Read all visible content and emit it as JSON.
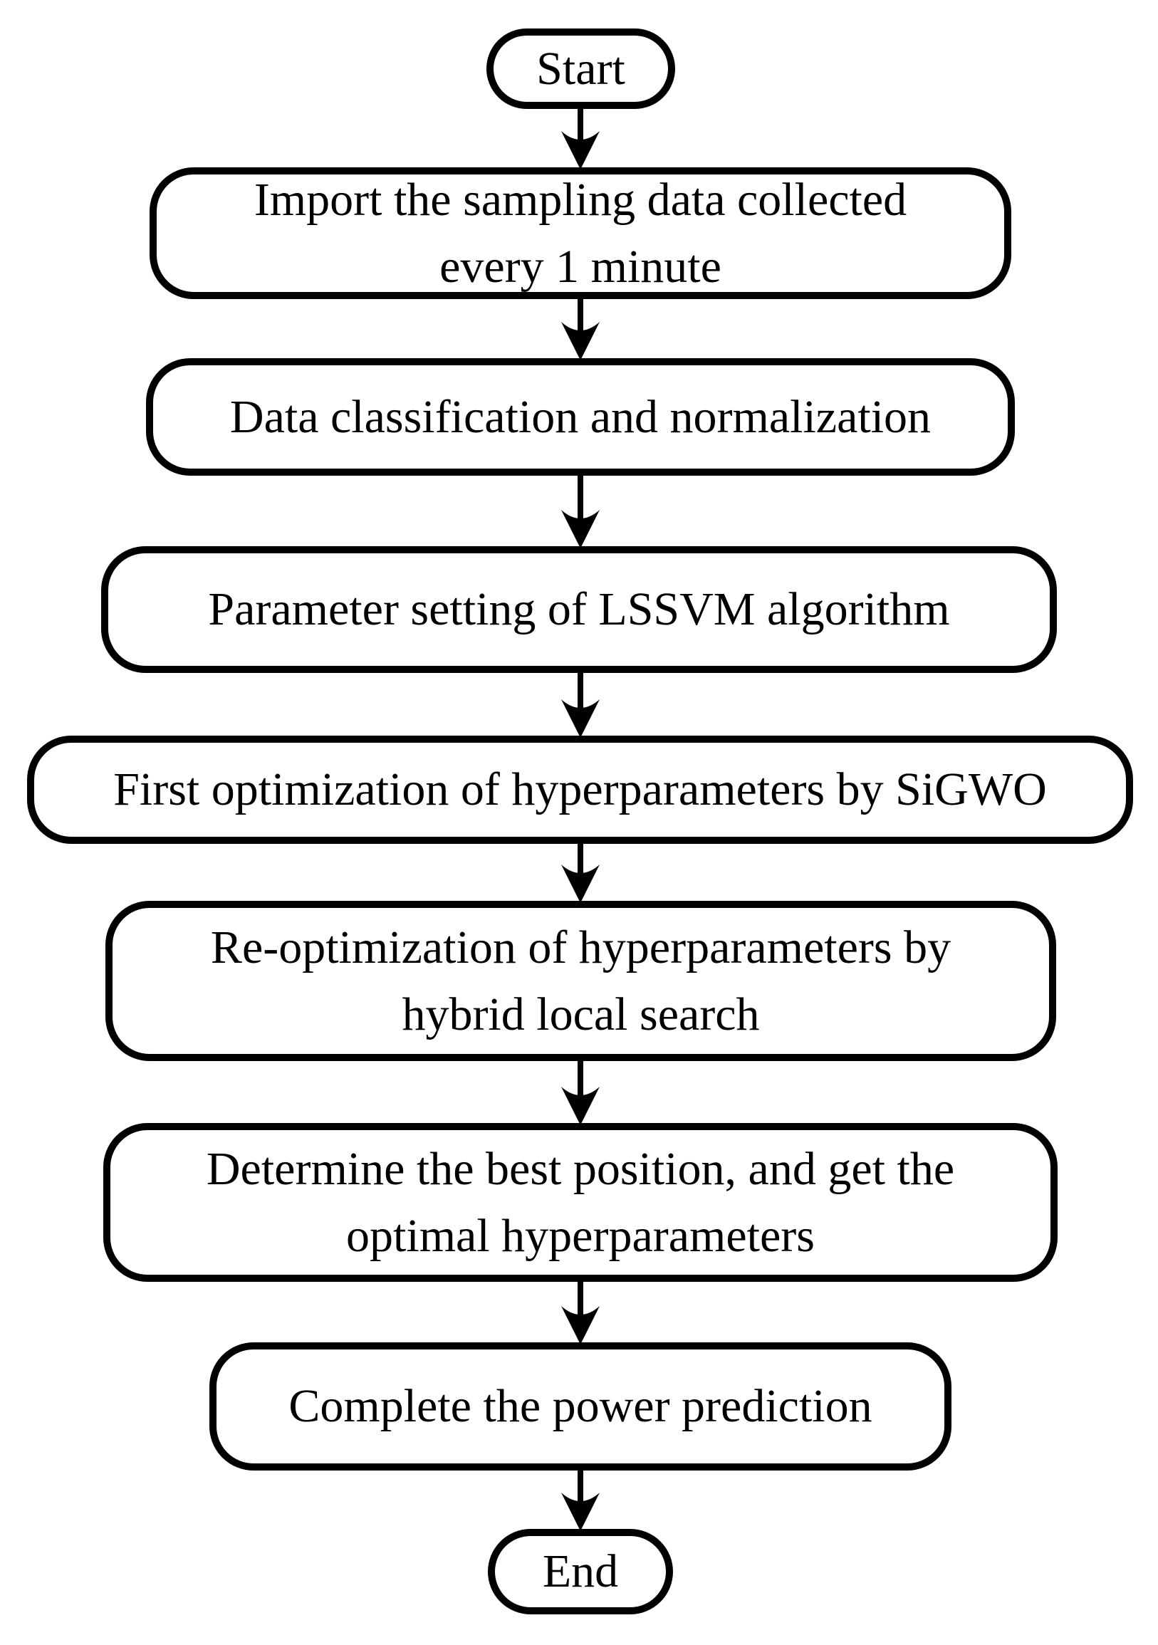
{
  "flowchart": {
    "colors": {
      "stroke": "#000000",
      "fill": "#ffffff",
      "background": "#ffffff",
      "text": "#000000"
    },
    "nodes": [
      {
        "id": "start",
        "type": "terminator",
        "text": "Start"
      },
      {
        "id": "import-data",
        "type": "process",
        "text": "Import the sampling data collected\nevery 1 minute"
      },
      {
        "id": "classify-normalize",
        "type": "process",
        "text": "Data classification and normalization"
      },
      {
        "id": "parameter-setting",
        "type": "process",
        "text": "Parameter setting of LSSVM algorithm"
      },
      {
        "id": "first-optimization",
        "type": "process",
        "text": "First optimization of hyperparameters by SiGWO"
      },
      {
        "id": "re-optimization",
        "type": "process",
        "text": "Re-optimization of hyperparameters by\nhybrid local search"
      },
      {
        "id": "determine-best",
        "type": "process",
        "text": "Determine the best position, and get the\noptimal hyperparameters"
      },
      {
        "id": "complete-prediction",
        "type": "process",
        "text": "Complete the power prediction"
      },
      {
        "id": "end",
        "type": "terminator",
        "text": "End"
      }
    ],
    "edges": [
      {
        "from": "start",
        "to": "import-data"
      },
      {
        "from": "import-data",
        "to": "classify-normalize"
      },
      {
        "from": "classify-normalize",
        "to": "parameter-setting"
      },
      {
        "from": "parameter-setting",
        "to": "first-optimization"
      },
      {
        "from": "first-optimization",
        "to": "re-optimization"
      },
      {
        "from": "re-optimization",
        "to": "determine-best"
      },
      {
        "from": "determine-best",
        "to": "complete-prediction"
      },
      {
        "from": "complete-prediction",
        "to": "end"
      }
    ]
  }
}
